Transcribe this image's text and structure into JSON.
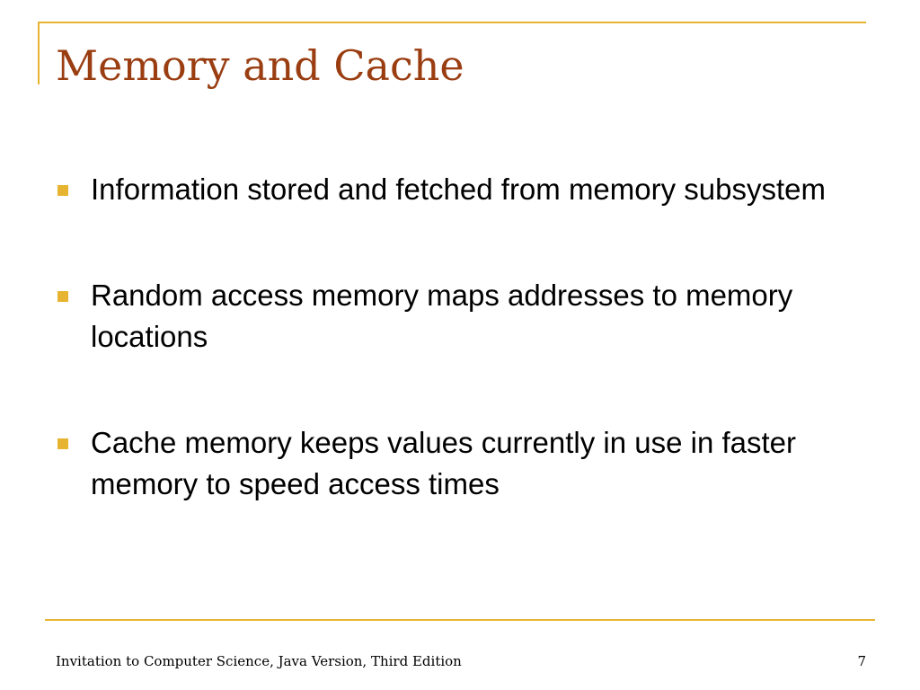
{
  "slide": {
    "title": "Memory and Cache",
    "bullets": [
      {
        "text": "Information stored and fetched from memory subsystem"
      },
      {
        "text": "Random access memory maps addresses to memory locations"
      },
      {
        "text": "Cache memory keeps values currently in use in faster memory to speed access times"
      }
    ],
    "footer": {
      "text": "Invitation to Computer Science, Java Version, Third Edition",
      "page_number": "7"
    }
  },
  "colors": {
    "accent": "#E6B430",
    "title": "#9A3E12",
    "body_text": "#000000",
    "background": "#FFFFFF"
  },
  "icons": {
    "bullet": "square-bullet-icon"
  }
}
